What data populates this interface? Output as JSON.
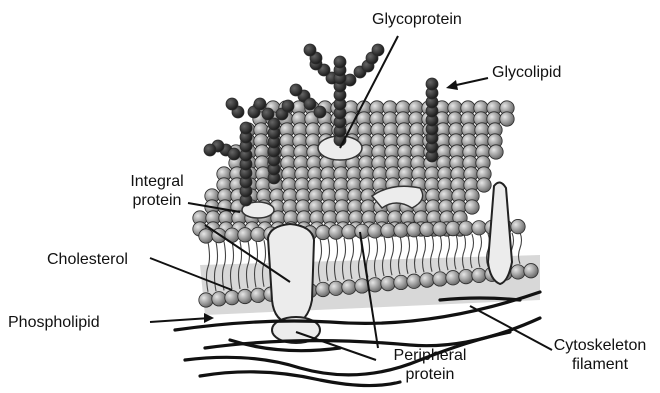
{
  "labels": {
    "glycoprotein": "Glycoprotein",
    "glycolipid": "Glycolipid",
    "integral_1": "Integral",
    "integral_2": "protein",
    "cholesterol": "Cholesterol",
    "phospholipid": "Phospholipid",
    "peripheral_1": "Peripheral",
    "peripheral_2": "protein",
    "cytoskeleton_1": "Cytoskeleton",
    "cytoskeleton_2": "filament"
  },
  "colors": {
    "bead_fill": "#9a9a9a",
    "bead_stroke": "#2b2b2b",
    "protein_fill": "#ececec",
    "chain_fill": "#1c1c1c",
    "filament": "#111111"
  }
}
